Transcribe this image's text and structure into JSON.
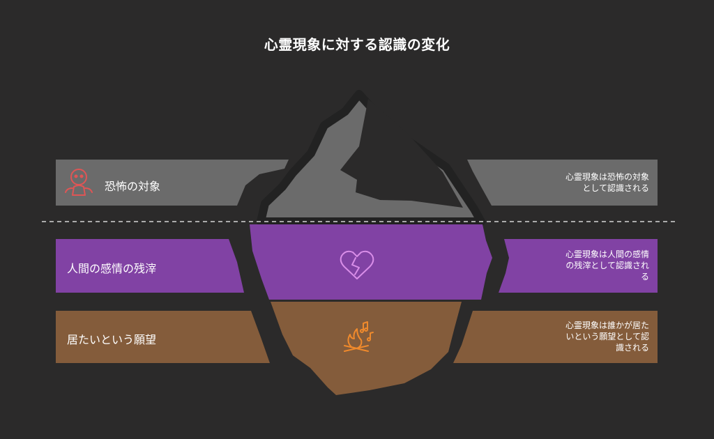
{
  "title": "心霊現象に対する認識の変化",
  "colors": {
    "background": "#2b2a2a",
    "gray_band": "#6b6b6b",
    "purple_band": "#8142a4",
    "brown_band": "#845c3b",
    "iceberg_outline": "#222222",
    "fear_icon": "#e05555",
    "heart_icon": "#d98ee8",
    "fire_icon": "#f08a2c"
  },
  "levels": [
    {
      "label": "恐怖の対象",
      "description": "心霊現象は恐怖の対象\nとして認識される",
      "icon": "alien-ghost-icon"
    },
    {
      "label": "人間の感情の残滓",
      "description": "心霊現象は人間の感情\nの残滓として認識され\nる",
      "icon": "broken-heart-icon"
    },
    {
      "label": "居たいという願望",
      "description": "心霊現象は誰かが居た\nいという願望として認\n識される",
      "icon": "campfire-music-icon"
    }
  ]
}
